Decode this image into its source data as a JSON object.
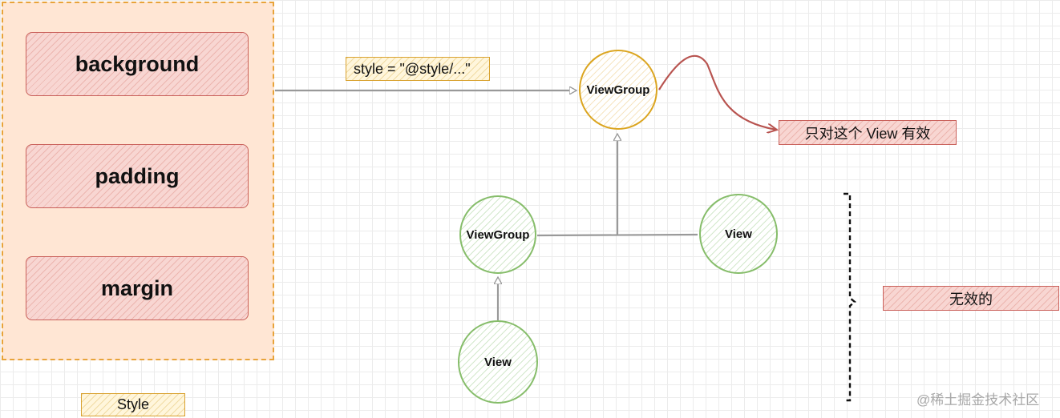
{
  "style_panel": {
    "properties": [
      "background",
      "padding",
      "margin"
    ],
    "label": "Style"
  },
  "style_attribute_label": "style = \"@style/...\"",
  "nodes": {
    "root_viewgroup": "ViewGroup",
    "child_viewgroup": "ViewGroup",
    "child_view": "View",
    "grandchild_view": "View"
  },
  "annotations": {
    "only_this_view": "只对这个 View 有效",
    "invalid": "无效的"
  },
  "watermark": "@稀土掘金技术社区",
  "colors": {
    "panel_fill": "#ffe6d4",
    "panel_border": "#e8a33a",
    "property_border": "#c9605a",
    "root_node_border": "#dba520",
    "child_node_border": "#86bd6a",
    "effect_arrow": "#b85450",
    "connector": "#999999"
  }
}
